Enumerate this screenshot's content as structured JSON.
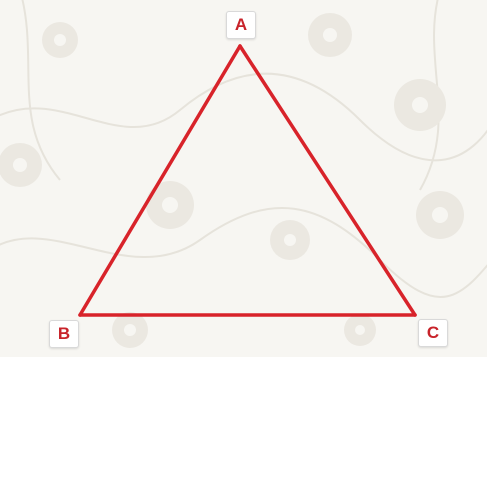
{
  "diagram": {
    "shape": "triangle",
    "stroke_color": "#d8232a",
    "background_color": "#f7f6f2",
    "vertices": [
      {
        "id": "a",
        "label": "A"
      },
      {
        "id": "b",
        "label": "B"
      },
      {
        "id": "c",
        "label": "C"
      }
    ],
    "edges": [
      {
        "from": "A",
        "to": "B"
      },
      {
        "from": "B",
        "to": "C"
      },
      {
        "from": "C",
        "to": "A"
      }
    ]
  }
}
